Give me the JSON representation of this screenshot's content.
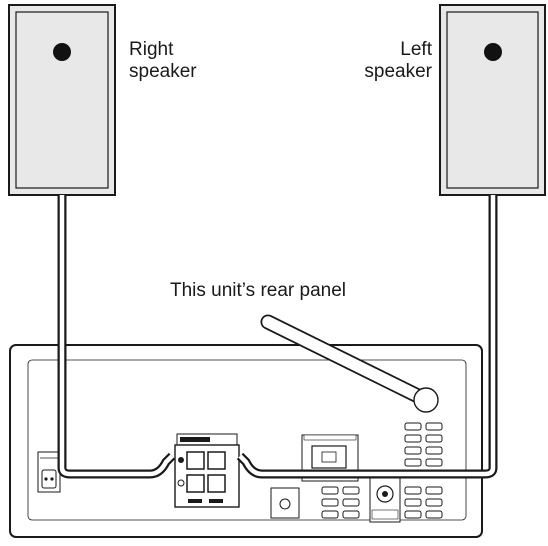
{
  "labels": {
    "right_speaker": [
      "Right",
      "speaker"
    ],
    "left_speaker": [
      "Left",
      "speaker"
    ],
    "rear_panel": "This unit’s rear panel"
  },
  "colors": {
    "line": "#1a1a1a",
    "fill": "#e8e8e8",
    "background": "#ffffff"
  },
  "icons": {
    "right_speaker": "speaker-box-icon",
    "left_speaker": "speaker-box-icon",
    "antenna": "antenna-icon",
    "speaker_terminal": "speaker-terminal-icon",
    "lan_port": "lan-port-icon",
    "power_inlet": "power-inlet-icon",
    "coax_jack": "coax-jack-icon"
  }
}
